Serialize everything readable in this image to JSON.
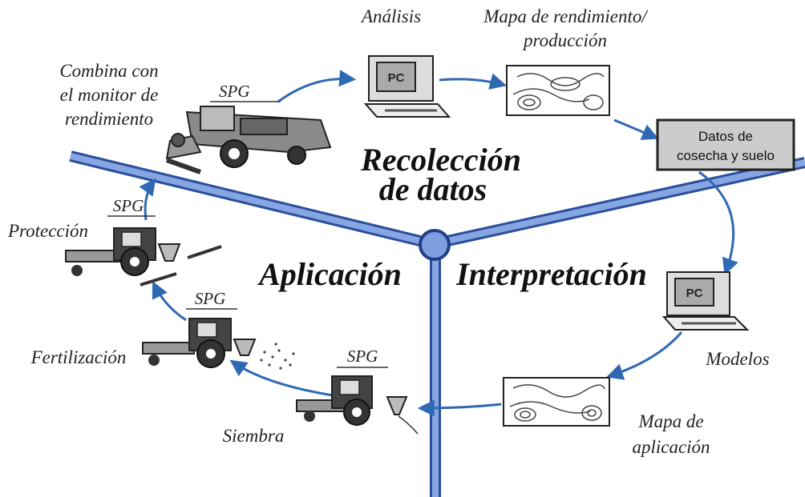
{
  "sections": {
    "collection": [
      "Recolección",
      "de datos"
    ],
    "application": "Aplicación",
    "interpretation": "Interpretación"
  },
  "labels": {
    "harvester": [
      "Combina con",
      "el monitor de",
      "rendimiento"
    ],
    "analysis": "Análisis",
    "yield_map": [
      "Mapa de rendimiento/",
      "producción"
    ],
    "models": "Modelos",
    "application_map": [
      "Mapa de",
      "aplicación"
    ],
    "sowing": "Siembra",
    "fertilization": "Fertilización",
    "protection": "Protección"
  },
  "data_box": [
    "Datos de",
    "cosecha y suelo"
  ],
  "spg_label": "SPG",
  "pc_label": "PC",
  "colors": {
    "axis_fill": "#6d8fd1",
    "axis_stroke": "#2b4f9a",
    "arrow": "#2f69b4",
    "node": "#7e9ee0"
  }
}
